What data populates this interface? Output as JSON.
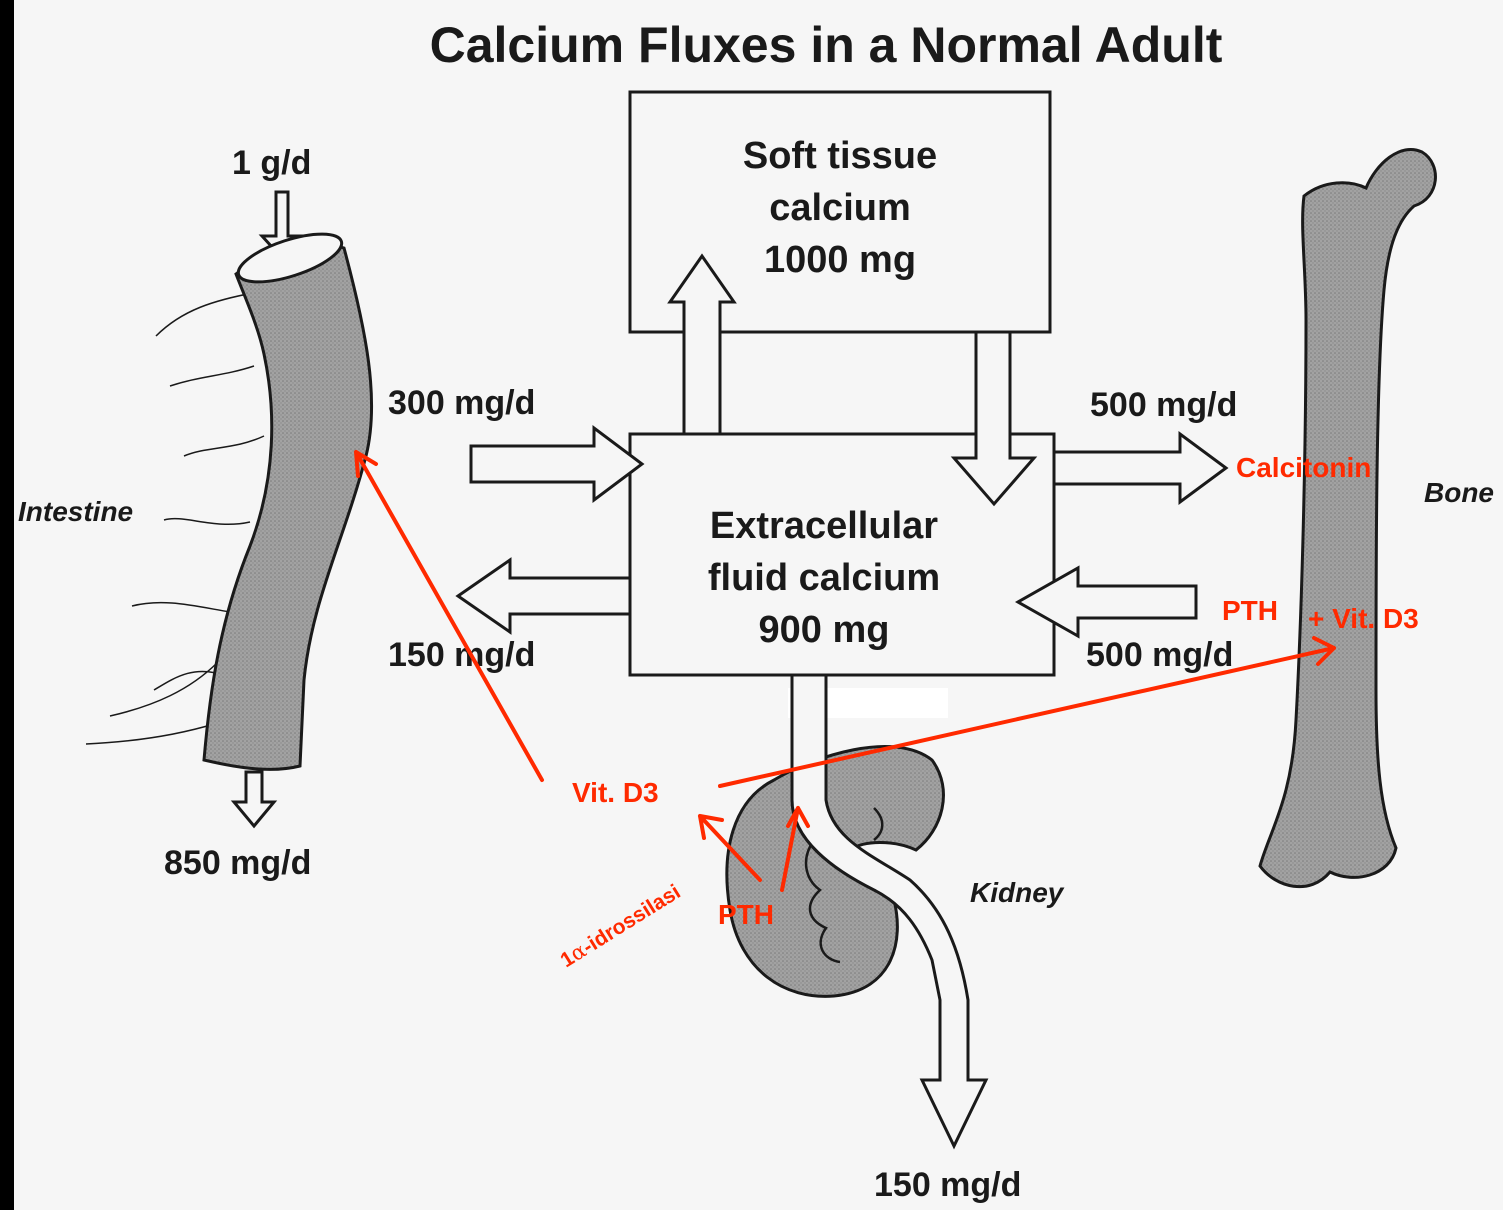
{
  "title": "Calcium Fluxes in a Normal Adult",
  "soft_tissue": {
    "line1": "Soft tissue",
    "line2": "calcium",
    "line3": "1000 mg"
  },
  "ecf": {
    "line1": "Extracellular",
    "line2": "fluid calcium",
    "line3": "900 mg"
  },
  "organs": {
    "intestine": "Intestine",
    "bone": "Bone",
    "kidney": "Kidney"
  },
  "fluxes": {
    "intake": "1 g/d",
    "absorption": "300 mg/d",
    "secretion": "150 mg/d",
    "fecal": "850 mg/d",
    "bone_formation": "500 mg/d",
    "bone_resorption": "500 mg/d",
    "urinary": "150 mg/d"
  },
  "annotations": {
    "calcitonin": "Calcitonin",
    "pth_bone": "PTH",
    "plus_vitd3": "+ Vit.  D3",
    "vitd3": "Vit.  D3",
    "pth_kidney": "PTH",
    "hydroxylation_num": "1",
    "hydroxylation_alpha": "α",
    "hydroxylation_text": "-idrossilasi"
  },
  "colors": {
    "annotation": "#ff2a00",
    "organ_fill": "#9a9a9a",
    "ink": "#1a1a1a"
  }
}
